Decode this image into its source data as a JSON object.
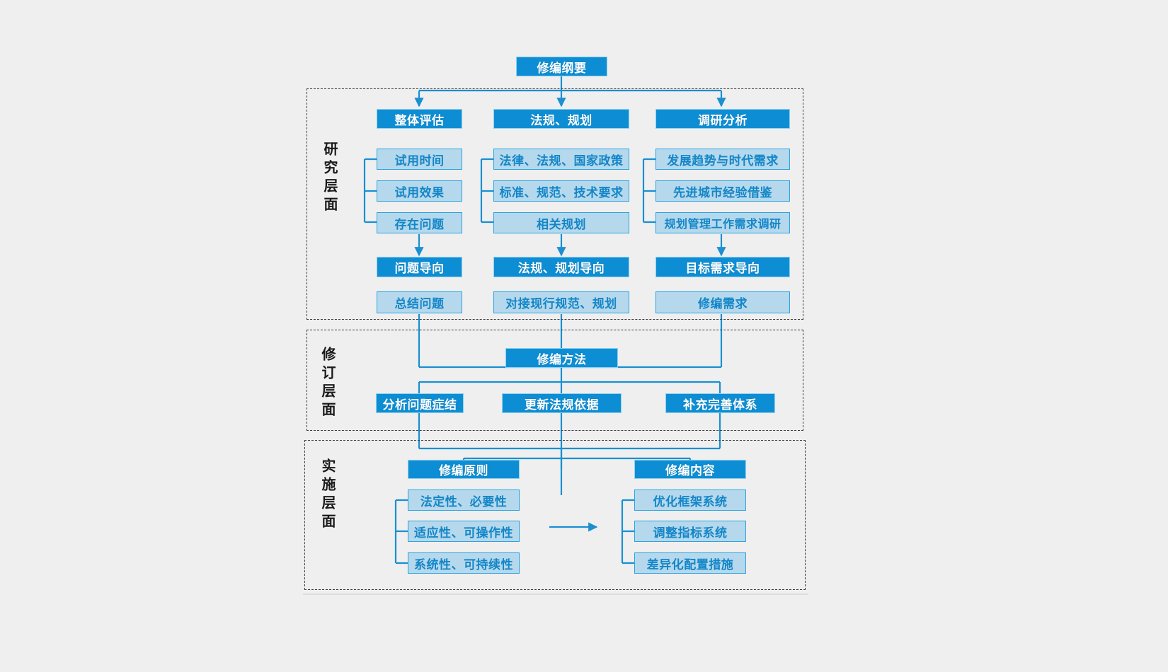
{
  "diagram": {
    "title": "修编纲要",
    "accent_dark": "#0d8ed4",
    "accent_light": "#b5d8ec",
    "accent_border": "#2aa3e0",
    "line_color": "#1a8fd1",
    "background": "#efefef",
    "root": {
      "label": "修编纲要"
    },
    "layers": [
      {
        "id": "research",
        "label": "研究层面",
        "columns": [
          {
            "head": "整体评估",
            "items": [
              "试用时间",
              "试用效果",
              "存在问题"
            ],
            "result": "问题导向",
            "output": "总结问题"
          },
          {
            "head": "法规、规划",
            "items": [
              "法律、法规、国家政策",
              "标准、规范、技术要求",
              "相关规划"
            ],
            "result": "法规、规划导向",
            "output": "对接现行规范、规划"
          },
          {
            "head": "调研分析",
            "items": [
              "发展趋势与时代需求",
              "先进城市经验借鉴",
              "规划管理工作需求调研"
            ],
            "result": "目标需求导向",
            "output": "修编需求"
          }
        ]
      },
      {
        "id": "revision",
        "label": "修订层面",
        "head": "修编方法",
        "items": [
          "分析问题症结",
          "更新法规依据",
          "补充完善体系"
        ]
      },
      {
        "id": "implementation",
        "label": "实施层面",
        "groups": [
          {
            "head": "修编原则",
            "items": [
              "法定性、必要性",
              "适应性、可操作性",
              "系统性、可持续性"
            ]
          },
          {
            "head": "修编内容",
            "items": [
              "优化框架系统",
              "调整指标系统",
              "差异化配置措施"
            ]
          }
        ],
        "cross_arrow": "→"
      }
    ]
  }
}
